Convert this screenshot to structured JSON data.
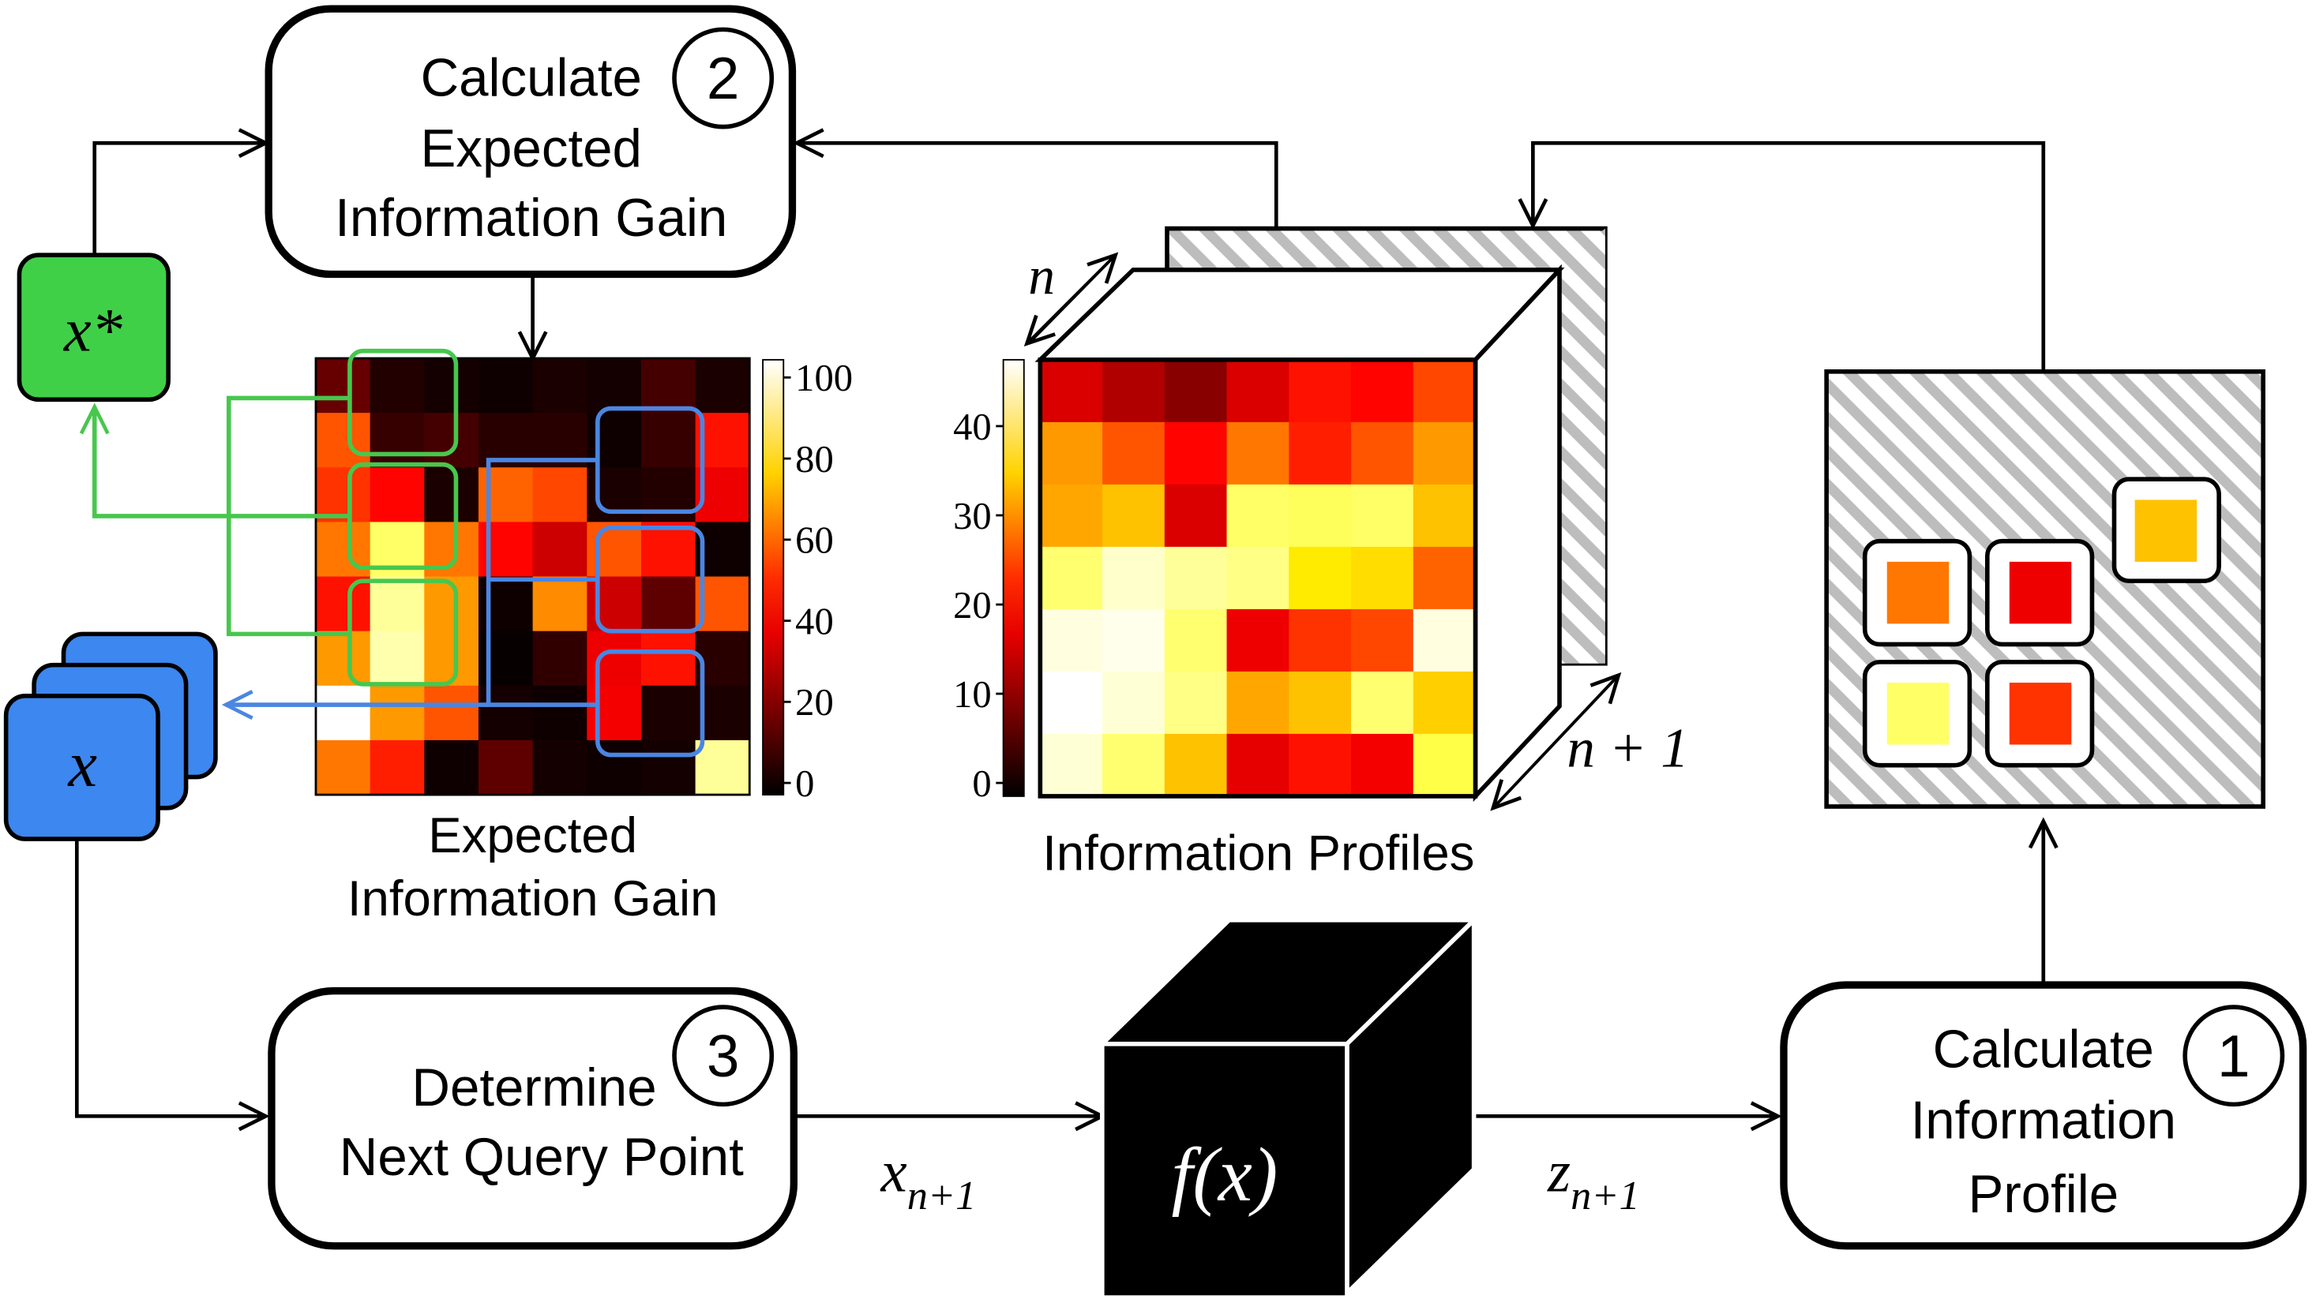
{
  "steps": {
    "step1": {
      "number": "1",
      "lines": [
        "Calculate",
        "Information",
        "Profile"
      ]
    },
    "step2": {
      "number": "2",
      "lines": [
        "Calculate",
        "Expected",
        "Information Gain"
      ]
    },
    "step3": {
      "number": "3",
      "lines": [
        "Determine",
        "Next Query Point"
      ]
    }
  },
  "labels": {
    "xstar": "x*",
    "x": "x",
    "ellipsis": "⋰",
    "fx": "f(x)",
    "x_next": {
      "base": "x",
      "sub": "n+1"
    },
    "z_next": {
      "base": "z",
      "sub": "n+1"
    },
    "stack_depth_front": "n",
    "stack_depth_back": "n + 1",
    "eig_caption": [
      "Expected",
      "Information Gain"
    ],
    "profiles_caption": "Information Profiles"
  },
  "colorbars": {
    "eig_ticks": [
      "100",
      "80",
      "60",
      "40",
      "20",
      "0"
    ],
    "profiles_ticks": [
      "40",
      "30",
      "20",
      "10",
      "0"
    ]
  },
  "colors": {
    "green": "#3fd048",
    "green_outline": "#47c74d",
    "blue": "#3c87f0",
    "blue_outline": "#4a86e2",
    "hatch": "#bdbdbd"
  },
  "heatmaps": {
    "eig_grid": [
      [
        0.15,
        0.05,
        0.03,
        0.02,
        0.04,
        0.03,
        0.1,
        0.04
      ],
      [
        0.5,
        0.08,
        0.1,
        0.06,
        0.06,
        0.02,
        0.08,
        0.4
      ],
      [
        0.45,
        0.38,
        0.04,
        0.52,
        0.48,
        0.04,
        0.05,
        0.35
      ],
      [
        0.55,
        0.85,
        0.55,
        0.38,
        0.3,
        0.5,
        0.4,
        0.02
      ],
      [
        0.4,
        0.9,
        0.6,
        0.02,
        0.58,
        0.3,
        0.14,
        0.5
      ],
      [
        0.6,
        0.92,
        0.6,
        0.01,
        0.07,
        0.35,
        0.4,
        0.06
      ],
      [
        1.0,
        0.6,
        0.5,
        0.03,
        0.02,
        0.36,
        0.04,
        0.04
      ],
      [
        0.55,
        0.42,
        0.02,
        0.14,
        0.03,
        0.02,
        0.03,
        0.9
      ]
    ],
    "profile_grid": [
      [
        0.32,
        0.26,
        0.2,
        0.32,
        0.4,
        0.38,
        0.48
      ],
      [
        0.6,
        0.5,
        0.38,
        0.55,
        0.42,
        0.5,
        0.6
      ],
      [
        0.62,
        0.66,
        0.32,
        0.85,
        0.84,
        0.85,
        0.66
      ],
      [
        0.86,
        0.95,
        0.9,
        0.88,
        0.72,
        0.7,
        0.52
      ],
      [
        0.97,
        0.98,
        0.86,
        0.35,
        0.45,
        0.48,
        0.97
      ],
      [
        1.0,
        0.96,
        0.88,
        0.62,
        0.66,
        0.86,
        0.68
      ],
      [
        0.96,
        0.86,
        0.66,
        0.34,
        0.4,
        0.36,
        0.82
      ]
    ],
    "mini_squares": [
      0.55,
      0.35,
      0.66,
      0.85,
      0.45
    ]
  }
}
